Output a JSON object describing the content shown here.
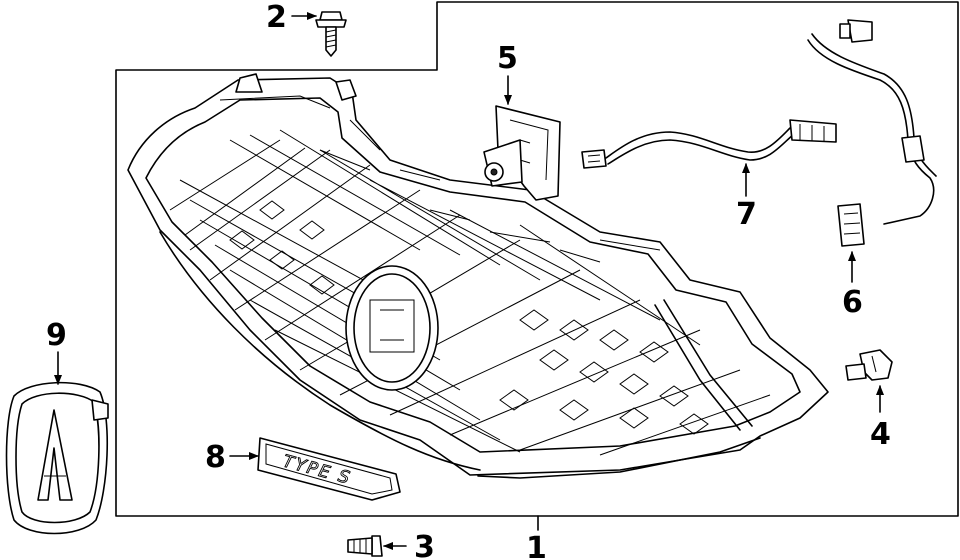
{
  "diagram": {
    "callouts": [
      {
        "id": "1",
        "label": "1"
      },
      {
        "id": "2",
        "label": "2"
      },
      {
        "id": "3",
        "label": "3"
      },
      {
        "id": "4",
        "label": "4"
      },
      {
        "id": "5",
        "label": "5"
      },
      {
        "id": "6",
        "label": "6"
      },
      {
        "id": "7",
        "label": "7"
      },
      {
        "id": "8",
        "label": "8"
      },
      {
        "id": "9",
        "label": "9"
      }
    ],
    "parts": [
      {
        "id": "1",
        "name": "grille-assembly"
      },
      {
        "id": "2",
        "name": "bolt"
      },
      {
        "id": "3",
        "name": "clip"
      },
      {
        "id": "4",
        "name": "sensor-bracket"
      },
      {
        "id": "5",
        "name": "camera-module"
      },
      {
        "id": "6",
        "name": "wiring-harness"
      },
      {
        "id": "7",
        "name": "camera-harness"
      },
      {
        "id": "8",
        "name": "type-s-emblem"
      },
      {
        "id": "9",
        "name": "acura-emblem"
      }
    ],
    "emblem_text": "TYPE S"
  }
}
